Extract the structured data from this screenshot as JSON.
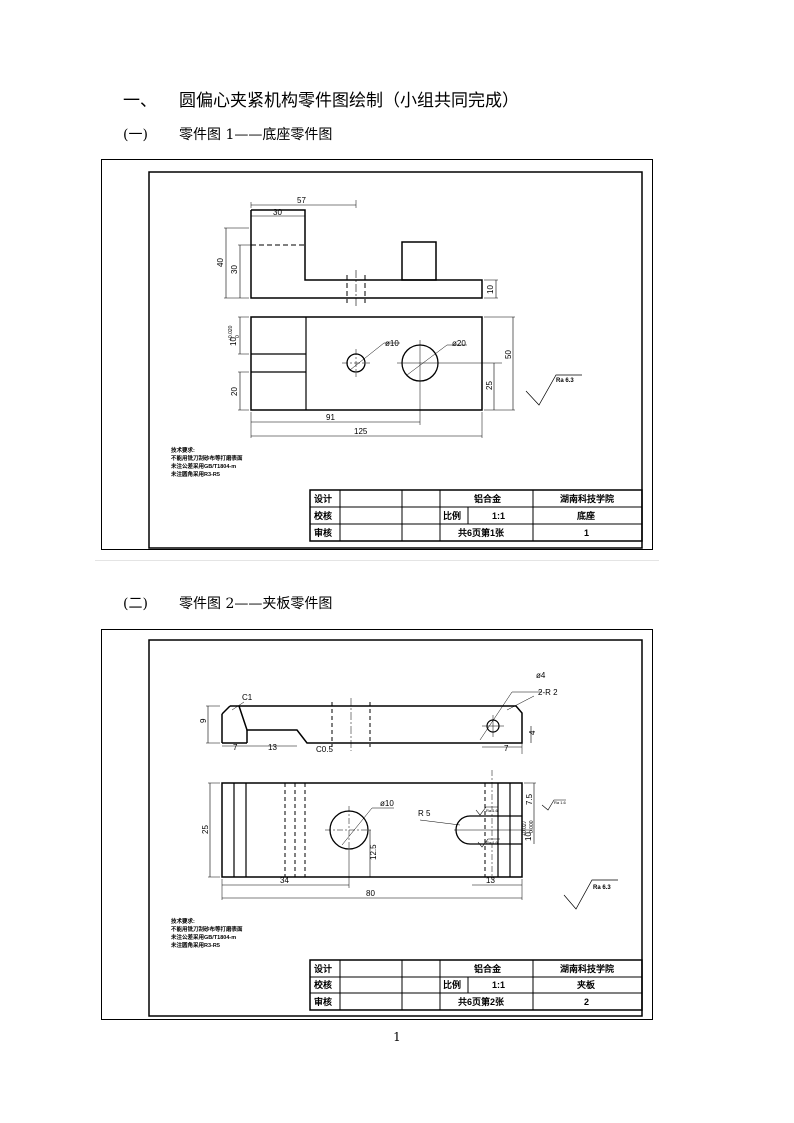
{
  "heading": {
    "num": "一、",
    "text": "圆偏心夹紧机构零件图绘制（小组共同完成）"
  },
  "sections": [
    {
      "num": "(一)",
      "title": "零件图 1——底座零件图"
    },
    {
      "num": "(二)",
      "title": "零件图 2——夹板零件图"
    }
  ],
  "drawing1": {
    "dims": {
      "d57": "57",
      "d30a": "30",
      "d40": "40",
      "d30b": "30",
      "d10": "10",
      "d10tol": "10",
      "tolU": "+0.020",
      "tolL": "0",
      "d20": "20",
      "d50": "50",
      "d25": "25",
      "d91": "91",
      "d125": "125",
      "phi10": "ø10",
      "phi20": "ø20",
      "rough": "Ra 6.3"
    },
    "notes": [
      "技术要求:",
      "不能用铣刀刮砂布等打磨表面",
      "未注公差采用GB/T1804-m",
      "未注圆角采用R3-R5"
    ],
    "title_block": {
      "design": "设计",
      "check": "校核",
      "review": "审核",
      "material": "铝合金",
      "ratio_label": "比例",
      "ratio": "1:1",
      "sheets": "共6页第1张",
      "school": "湖南科技学院",
      "part": "底座",
      "num": "1"
    }
  },
  "drawing2": {
    "dims": {
      "c1": "C1",
      "d9": "9",
      "d7a": "7",
      "d13a": "13",
      "c05": "C0.5",
      "phi4": "ø4",
      "r2": "2-R 2",
      "d7b": "7",
      "d4": "4",
      "phi10": "ø10",
      "r5": "R 5",
      "d25": "25",
      "d125": "12.5",
      "d34": "34",
      "d80": "80",
      "d13b": "13",
      "d75": "7.5",
      "d10tol": "10",
      "tolU": "+0.027",
      "tolL": "0.000",
      "rough1": "Ra 1.6",
      "rough2": "Ra 1.6",
      "rough3": "Ra 1.6",
      "rough": "Ra 6.3"
    },
    "notes": [
      "技术要求:",
      "不能用铣刀刮砂布等打磨表面",
      "未注公差采用GB/T1804-m",
      "未注圆角采用R3-R5"
    ],
    "title_block": {
      "design": "设计",
      "check": "校核",
      "review": "审核",
      "material": "铝合金",
      "ratio_label": "比例",
      "ratio": "1:1",
      "sheets": "共6页第2张",
      "school": "湖南科技学院",
      "part": "夹板",
      "num": "2"
    }
  },
  "page_number": "1"
}
